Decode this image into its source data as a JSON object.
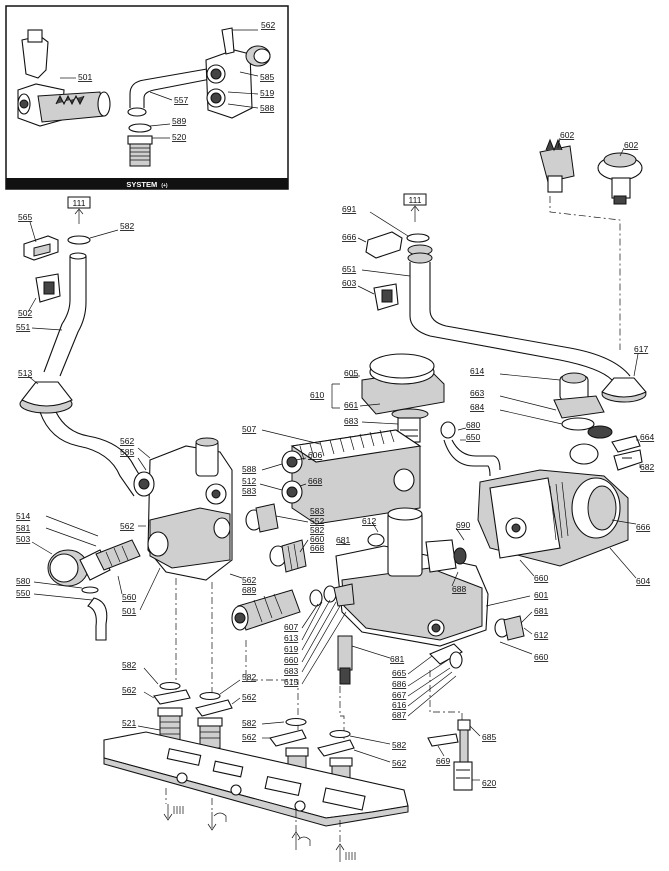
{
  "inset": {
    "title": "SYSTEM",
    "title_suffix": "(+)",
    "labels": {
      "l562": "562",
      "l501": "501",
      "l557": "557",
      "l585": "585",
      "l519": "519",
      "l588": "588",
      "l589": "589",
      "l520": "520"
    }
  },
  "boxes": {
    "left_111": "111",
    "right_111": "111"
  },
  "labels": {
    "l602a": "602",
    "l602b": "602",
    "l565": "565",
    "l582a": "582",
    "l502": "502",
    "l551": "551",
    "l513": "513",
    "l691": "691",
    "l666a": "666",
    "l651": "651",
    "l603": "603",
    "l617": "617",
    "l614": "614",
    "l663": "663",
    "l684": "684",
    "l664": "664",
    "l682": "682",
    "l605": "605",
    "l610": "610",
    "l661": "661",
    "l683a": "683",
    "l507": "507",
    "l606": "606",
    "l588b": "588",
    "l512": "512",
    "l583a": "583",
    "l668a": "668",
    "l680": "680",
    "l650": "650",
    "l562b": "562",
    "l585b": "585",
    "l562c": "562",
    "l514": "514",
    "l581": "581",
    "l503": "503",
    "l580": "580",
    "l550": "550",
    "l560a": "560",
    "l501b": "501",
    "l562d": "562",
    "l689": "689",
    "l583b": "583",
    "l552": "552",
    "l582b": "582",
    "l660a": "660",
    "l668b": "668",
    "l612a": "612",
    "l681a": "681",
    "l690": "690",
    "l666b": "666",
    "l660b": "660",
    "l604": "604",
    "l688": "688",
    "l601": "601",
    "l681b": "681",
    "l612b": "612",
    "l660c": "660",
    "l607": "607",
    "l613": "613",
    "l619": "619",
    "l660d": "660",
    "l683b": "683",
    "l615": "615",
    "l681c": "681",
    "l665": "665",
    "l686": "686",
    "l667": "667",
    "l616": "616",
    "l687": "687",
    "l582c": "582",
    "l562e": "562",
    "l582d": "582",
    "l562f": "562",
    "l521": "521",
    "l582e": "582",
    "l562g": "562",
    "l582f": "582",
    "l562h": "562",
    "l685": "685",
    "l669": "669",
    "l620": "620"
  }
}
